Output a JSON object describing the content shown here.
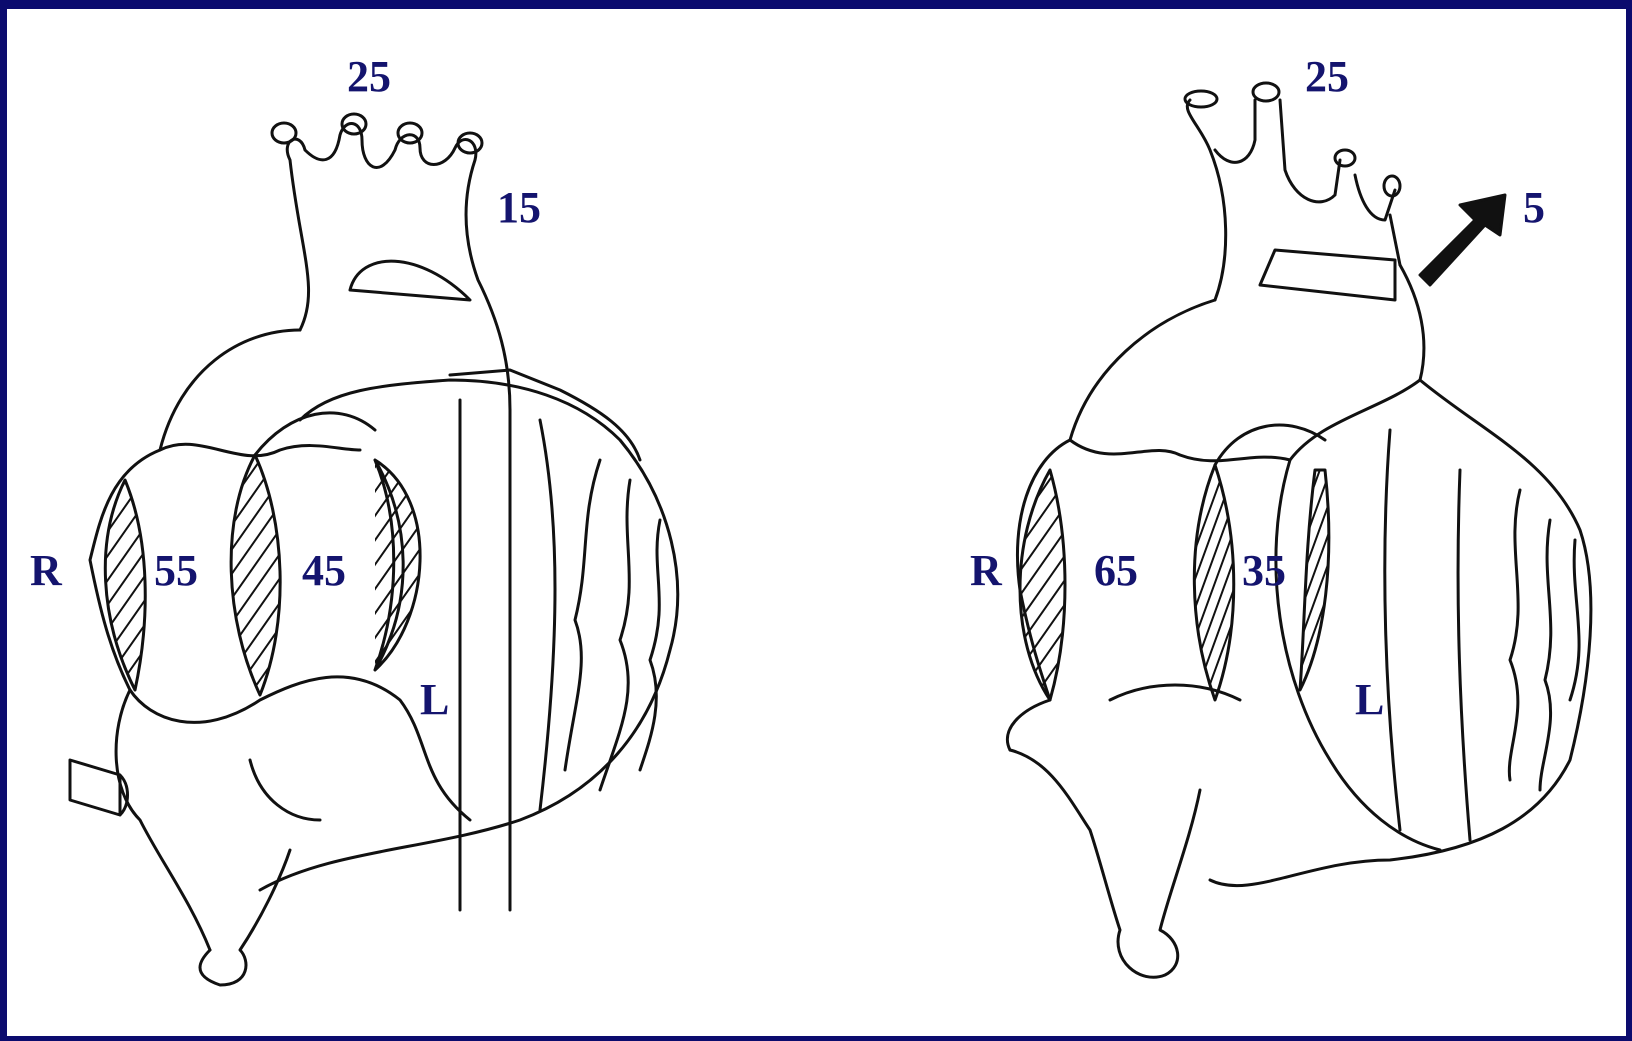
{
  "colors": {
    "frame": "#0b0b6e",
    "labels": "#14146e",
    "ink": "#111111"
  },
  "diagrams": [
    {
      "name": "left-heart",
      "labels": {
        "top": "25",
        "aortic": "15",
        "right_side": "R",
        "right_value": "55",
        "left_value": "45",
        "left_side": "L"
      }
    },
    {
      "name": "right-heart",
      "labels": {
        "top": "25",
        "aortic": "5",
        "right_side": "R",
        "right_value": "65",
        "left_value": "35",
        "left_side": "L"
      }
    }
  ]
}
